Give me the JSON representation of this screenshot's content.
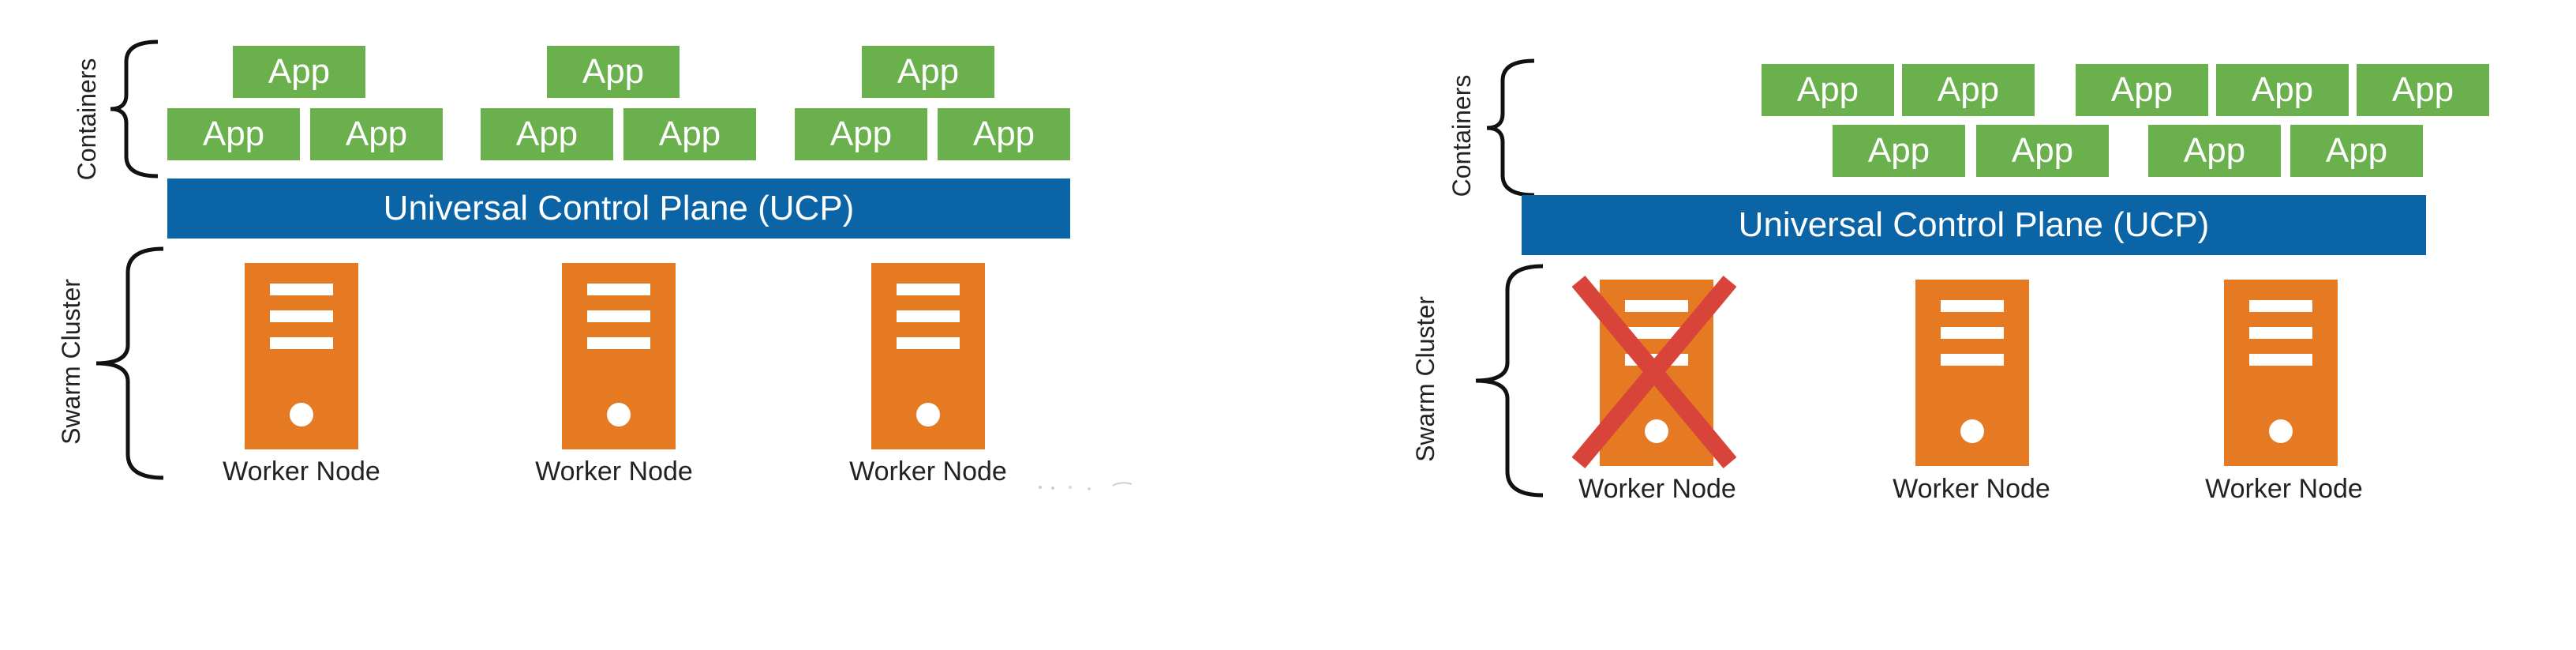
{
  "colors": {
    "app": "#6ab04c",
    "ucp": "#0a64a6",
    "server": "#e57a22",
    "failure_x": "#d9443a"
  },
  "left_diagram": {
    "containers_label": "Containers",
    "cluster_label": "Swarm Cluster",
    "ucp_label": "Universal Control Plane (UCP)",
    "apps": [
      "App",
      "App",
      "App",
      "App",
      "App",
      "App",
      "App",
      "App",
      "App"
    ],
    "nodes": [
      "Worker Node",
      "Worker Node",
      "Worker Node"
    ]
  },
  "right_diagram": {
    "containers_label": "Containers",
    "cluster_label": "Swarm Cluster",
    "ucp_label": "Universal Control Plane (UCP)",
    "apps": [
      "App",
      "App",
      "App",
      "App",
      "App",
      "App",
      "App",
      "App",
      "App"
    ],
    "nodes": [
      "Worker Node",
      "Worker Node",
      "Worker Node"
    ],
    "failed_node_icon": "x-mark-icon"
  }
}
